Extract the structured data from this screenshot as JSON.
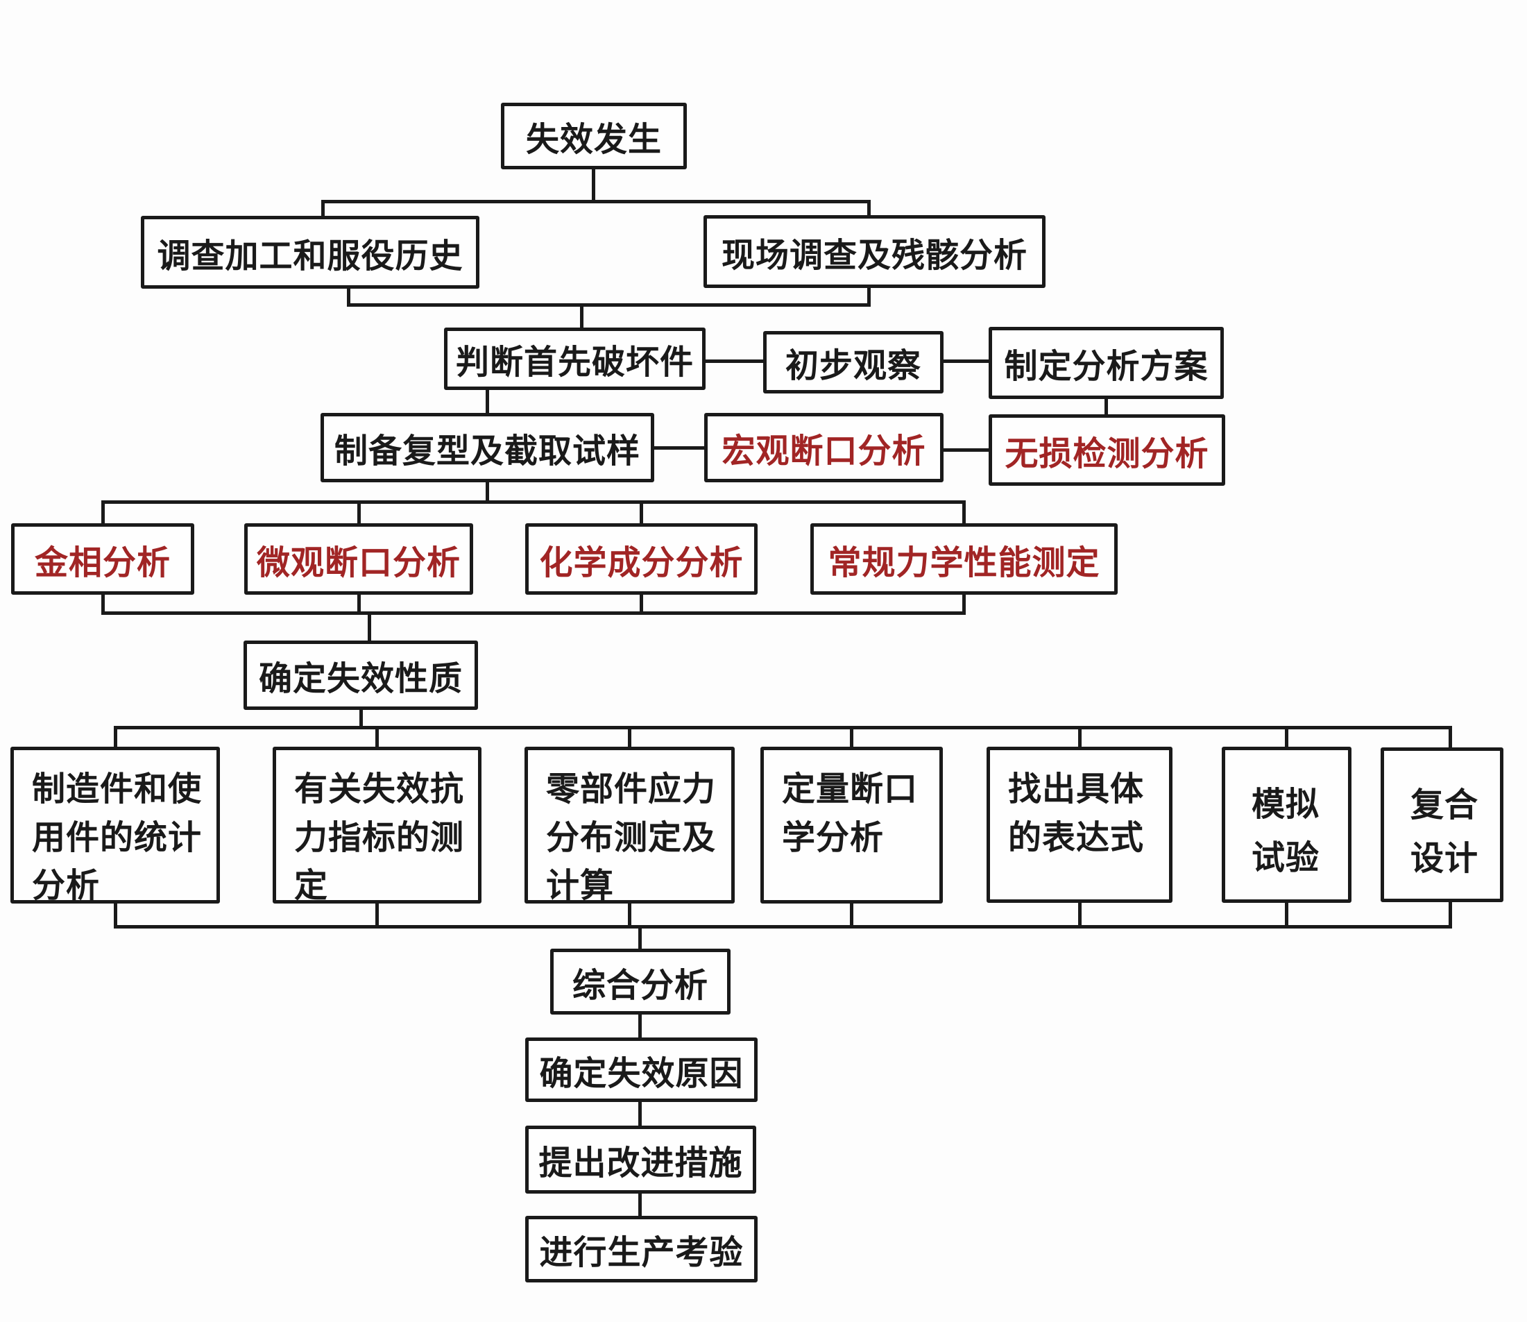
{
  "diagram": {
    "type": "flowchart",
    "language": "zh",
    "colors": {
      "line": "#1a1a1a",
      "black_text": "#1a1a1a",
      "red_text": "#a12525",
      "background": "#fdfdfd"
    },
    "nodes": {
      "failure_occurs": {
        "label": "失效发生",
        "text_color": "black"
      },
      "investigate_history": {
        "label": "调查加工和服役历史",
        "text_color": "black"
      },
      "site_investigation": {
        "label": "现场调查及残骸分析",
        "text_color": "black"
      },
      "identify_first_failed_part": {
        "label": "判断首先破坏件",
        "text_color": "black"
      },
      "preliminary_observation": {
        "label": "初步观察",
        "text_color": "black"
      },
      "make_analysis_plan": {
        "label": "制定分析方案",
        "text_color": "black"
      },
      "prepare_replica_samples": {
        "label": "制备复型及截取试样",
        "text_color": "black"
      },
      "macro_fracture_analysis": {
        "label": "宏观断口分析",
        "text_color": "red"
      },
      "ndt_analysis": {
        "label": "无损检测分析",
        "text_color": "red"
      },
      "metallographic_analysis": {
        "label": "金相分析",
        "text_color": "red"
      },
      "micro_fracture_analysis": {
        "label": "微观断口分析",
        "text_color": "red"
      },
      "chemical_composition_analysis": {
        "label": "化学成分分析",
        "text_color": "red"
      },
      "mechanical_properties_testing": {
        "label": "常规力学性能测定",
        "text_color": "red"
      },
      "determine_failure_nature": {
        "label": "确定失效性质",
        "text_color": "black"
      },
      "statistical_analysis": {
        "label": "制造件和使\n用件的统计\n分析",
        "text_color": "black"
      },
      "failure_resistance_testing": {
        "label": "有关失效抗\n力指标的测\n定",
        "text_color": "black"
      },
      "stress_distribution": {
        "label": "零部件应力\n分布测定及\n计算",
        "text_color": "black"
      },
      "quantitative_fractography": {
        "label": "定量断口\n学分析",
        "text_color": "black"
      },
      "specific_expression": {
        "label": "找出具体\n的表达式",
        "text_color": "black"
      },
      "simulation_test": {
        "label": "模拟\n试验",
        "text_color": "black"
      },
      "composite_design": {
        "label": "复合\n设计",
        "text_color": "black"
      },
      "comprehensive_analysis": {
        "label": "综合分析",
        "text_color": "black"
      },
      "determine_failure_cause": {
        "label": "确定失效原因",
        "text_color": "black"
      },
      "propose_improvements": {
        "label": "提出改进措施",
        "text_color": "black"
      },
      "production_verification": {
        "label": "进行生产考验",
        "text_color": "black"
      }
    }
  }
}
